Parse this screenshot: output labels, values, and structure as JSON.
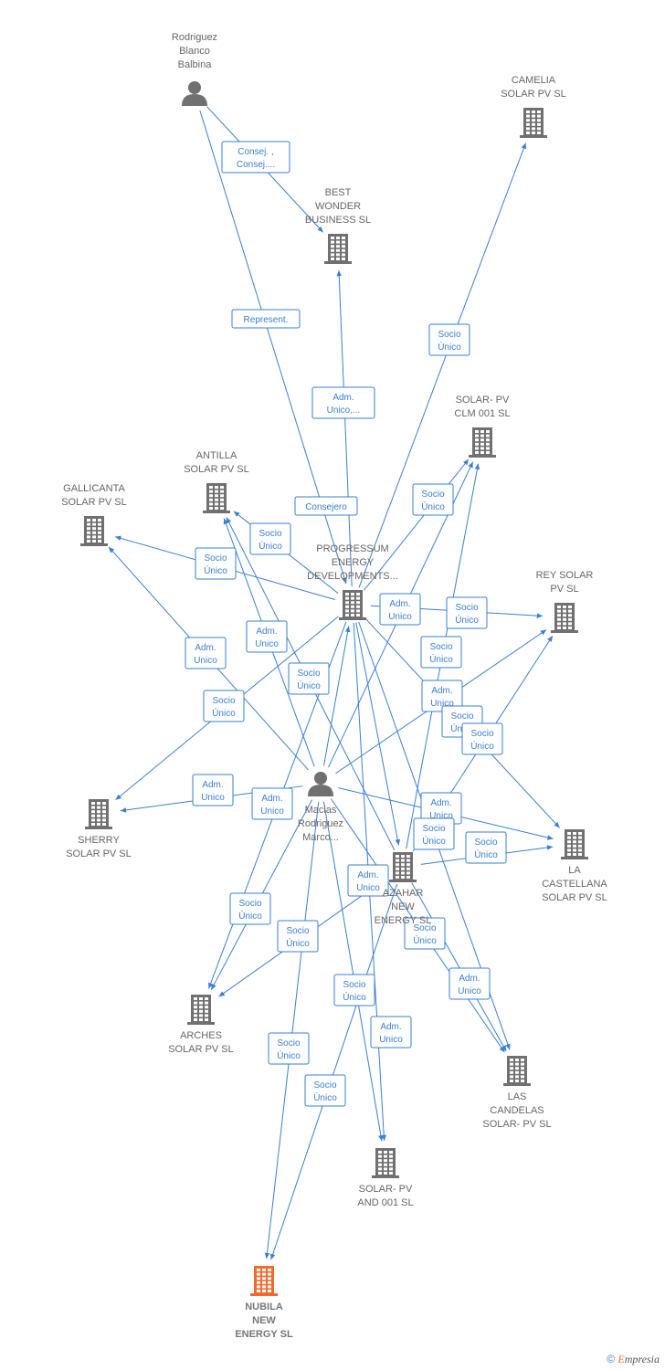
{
  "colors": {
    "edge": "#3a7fd5",
    "building": "#707070",
    "person": "#707070",
    "highlight": "#f26a2e",
    "label": "#666666"
  },
  "nodes": [
    {
      "id": "rodriguez",
      "icon": "person-icon",
      "label": [
        "Rodriguez",
        "Blanco",
        "Balbina"
      ]
    },
    {
      "id": "camelia",
      "icon": "building-icon",
      "label": [
        "CAMELIA",
        "SOLAR PV  SL"
      ]
    },
    {
      "id": "best",
      "icon": "building-icon",
      "label": [
        "BEST",
        "WONDER",
        "BUSINESS SL"
      ]
    },
    {
      "id": "solarclm",
      "icon": "building-icon",
      "label": [
        "SOLAR- PV",
        "CLM 001  SL"
      ]
    },
    {
      "id": "antilla",
      "icon": "building-icon",
      "label": [
        "ANTILLA",
        "SOLAR PV  SL"
      ]
    },
    {
      "id": "gallicanta",
      "icon": "building-icon",
      "label": [
        "GALLICANTA",
        "SOLAR PV  SL"
      ]
    },
    {
      "id": "progressum",
      "icon": "building-icon",
      "label": [
        "PROGRESSUM",
        "ENERGY",
        "DEVELOPMENTS..."
      ]
    },
    {
      "id": "reysolar",
      "icon": "building-icon",
      "label": [
        "REY SOLAR",
        "PV  SL"
      ]
    },
    {
      "id": "macias",
      "icon": "person-icon",
      "label": [
        "Macias",
        "Rodriguez",
        "Marco..."
      ]
    },
    {
      "id": "sherry",
      "icon": "building-icon",
      "label": [
        "SHERRY",
        "SOLAR PV  SL"
      ]
    },
    {
      "id": "castellana",
      "icon": "building-icon",
      "label": [
        "LA",
        "CASTELLANA",
        "SOLAR PV  SL"
      ]
    },
    {
      "id": "azahar",
      "icon": "building-icon",
      "label": [
        "AZAHAR",
        "NEW",
        "ENERGY SL"
      ]
    },
    {
      "id": "arches",
      "icon": "building-icon",
      "label": [
        "ARCHES",
        "SOLAR PV  SL"
      ]
    },
    {
      "id": "candelas",
      "icon": "building-icon",
      "label": [
        "LAS",
        "CANDELAS",
        "SOLAR- PV  SL"
      ]
    },
    {
      "id": "solarand",
      "icon": "building-icon",
      "label": [
        "SOLAR- PV",
        "AND 001  SL"
      ]
    },
    {
      "id": "nubila",
      "icon": "building-icon",
      "label": [
        "NUBILA",
        "NEW",
        "ENERGY  SL"
      ],
      "highlight": true
    }
  ],
  "edges": [
    {
      "from": "rodriguez",
      "to": "best",
      "label": [
        "Consej. ,",
        "Consej...."
      ]
    },
    {
      "from": "rodriguez",
      "to": "progressum",
      "label": [
        "Represent."
      ]
    },
    {
      "from": "progressum",
      "to": "camelia",
      "label": [
        "Socio",
        "Único"
      ]
    },
    {
      "from": "progressum",
      "to": "best",
      "label": [
        "Adm.",
        "Unico,..."
      ]
    },
    {
      "from": "progressum",
      "to": "solarclm",
      "label": [
        "Socio",
        "Único"
      ]
    },
    {
      "from": "macias",
      "to": "progressum",
      "label": [
        "Consejero"
      ]
    },
    {
      "from": "progressum",
      "to": "antilla",
      "label": [
        "Socio",
        "Único"
      ]
    },
    {
      "from": "progressum",
      "to": "gallicanta",
      "label": [
        "Socio",
        "Único"
      ]
    },
    {
      "from": "macias",
      "to": "gallicanta",
      "label": [
        "Adm.",
        "Unico"
      ]
    },
    {
      "from": "macias",
      "to": "antilla",
      "label": [
        "Adm.",
        "Unico"
      ]
    },
    {
      "from": "azahar",
      "to": "antilla",
      "label": [
        "Socio",
        "Único"
      ]
    },
    {
      "from": "progressum",
      "to": "sherry",
      "label": [
        "Socio",
        "Único"
      ]
    },
    {
      "from": "macias",
      "to": "sherry",
      "label": [
        "Adm.",
        "Unico"
      ]
    },
    {
      "from": "macias",
      "to": "solarclm",
      "label": [
        "Adm.",
        "Unico"
      ]
    },
    {
      "from": "progressum",
      "to": "reysolar",
      "label": [
        "Socio",
        "Único"
      ]
    },
    {
      "from": "azahar",
      "to": "solarclm",
      "label": [
        "Socio",
        "Único"
      ]
    },
    {
      "from": "macias",
      "to": "reysolar",
      "label": [
        "Adm.",
        "Unico"
      ]
    },
    {
      "from": "azahar",
      "to": "reysolar",
      "label": [
        "Socio",
        "Único"
      ]
    },
    {
      "from": "progressum",
      "to": "castellana",
      "label": [
        "Socio",
        "Único"
      ]
    },
    {
      "from": "macias",
      "to": "castellana",
      "label": [
        "Adm.",
        "Unico"
      ]
    },
    {
      "from": "azahar",
      "to": "castellana",
      "label": [
        "Socio",
        "Único"
      ]
    },
    {
      "from": "progressum",
      "to": "arches",
      "label": [
        "Socio",
        "Único"
      ]
    },
    {
      "from": "macias",
      "to": "arches",
      "label": [
        "Adm.",
        "Unico"
      ]
    },
    {
      "from": "azahar",
      "to": "arches",
      "label": [
        "Socio",
        "Único"
      ]
    },
    {
      "from": "progressum",
      "to": "candelas",
      "label": [
        "Socio",
        "Único"
      ]
    },
    {
      "from": "macias",
      "to": "candelas",
      "label": [
        "Adm.",
        "Unico"
      ]
    },
    {
      "from": "azahar",
      "to": "candelas",
      "label": [
        "Socio",
        "Único"
      ]
    },
    {
      "from": "macias",
      "to": "solarand",
      "label": [
        "Adm.",
        "Unico"
      ]
    },
    {
      "from": "progressum",
      "to": "solarand",
      "label": [
        "Socio",
        "Único"
      ]
    },
    {
      "from": "macias",
      "to": "nubila",
      "label": [
        "Adm.",
        "Unico"
      ]
    },
    {
      "from": "azahar",
      "to": "nubila",
      "label": [
        "Socio",
        "Único"
      ]
    },
    {
      "from": "progressum",
      "to": "azahar",
      "label": [
        "Socio",
        "Único"
      ]
    }
  ],
  "footer": {
    "copyright": "©",
    "brand_initial": "E",
    "brand_rest": "mpresia"
  }
}
